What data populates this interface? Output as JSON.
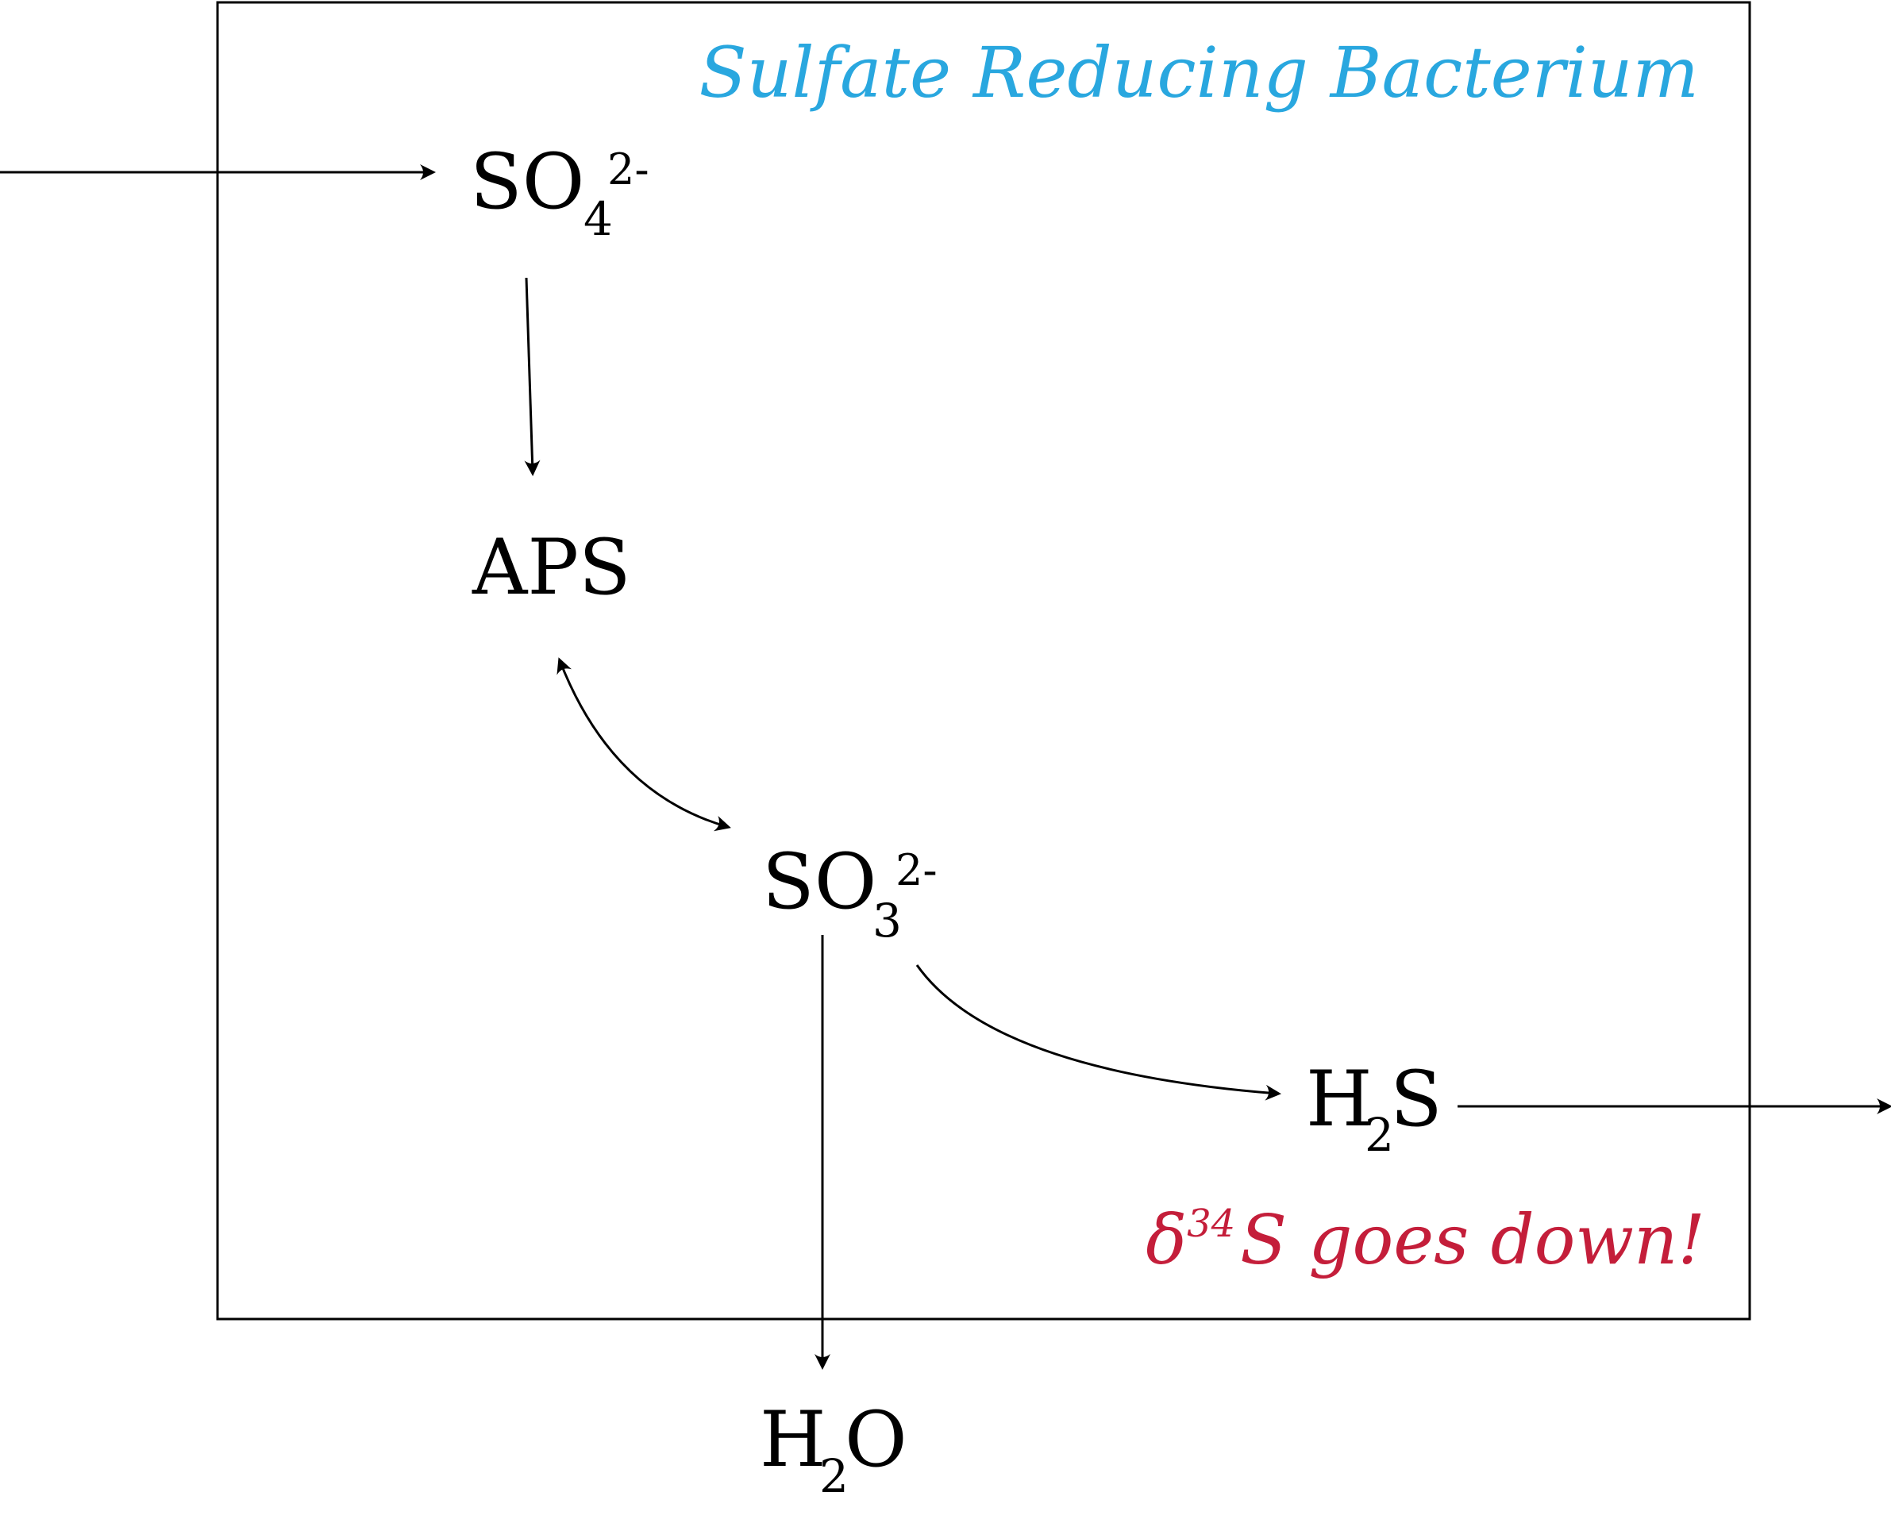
{
  "title": "Sulfate Reducing Bacterium",
  "note": {
    "delta": "δ",
    "mass": "34",
    "rest": "S goes down!"
  },
  "species": {
    "sulfate": {
      "base": "SO",
      "sub": "4",
      "sup": "2-"
    },
    "aps": {
      "base": "APS"
    },
    "sulfite": {
      "base": "SO",
      "sub": "3",
      "sup": "2-"
    },
    "h2s": {
      "base1": "H",
      "sub": "2",
      "base2": "S"
    },
    "water": {
      "base1": "H",
      "sub": "2",
      "base2": "O"
    }
  },
  "colors": {
    "title": "#29a7df",
    "note": "#c41e3a",
    "ink": "#000000"
  }
}
